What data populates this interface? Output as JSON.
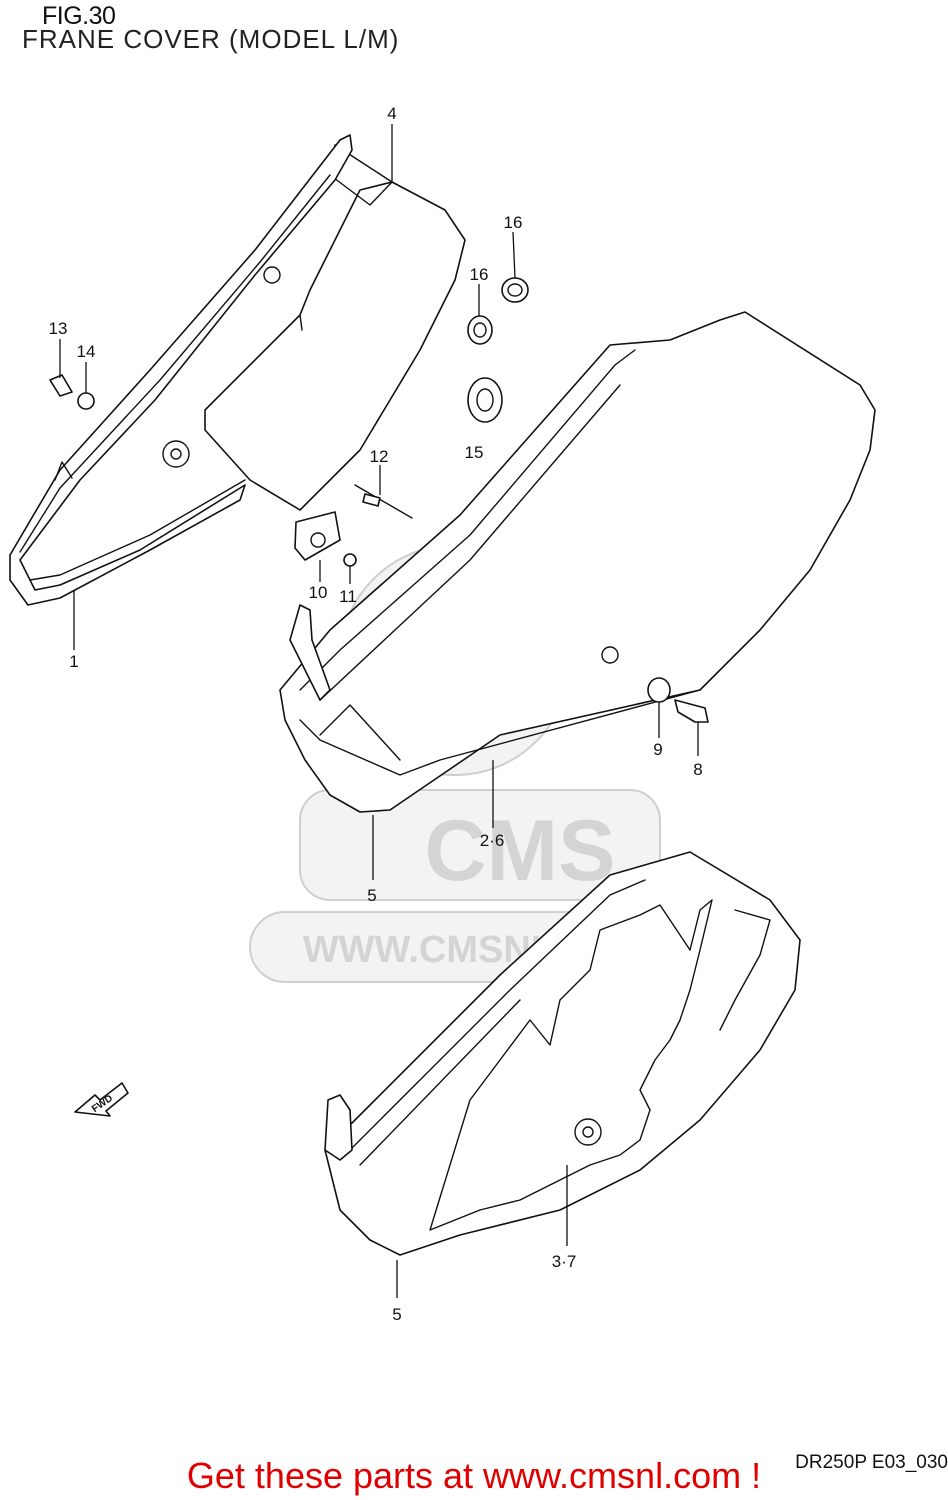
{
  "header": {
    "fig_label": "FIG.30",
    "subtitle": "FRANE COVER (MODEL L/M)"
  },
  "callouts": {
    "c1": "1",
    "c4": "4",
    "c16a": "16",
    "c16b": "16",
    "c15": "15",
    "c13": "13",
    "c14": "14",
    "c12": "12",
    "c10": "10",
    "c11": "11",
    "c9": "9",
    "c8": "8",
    "c26": "2·6",
    "c5a": "5",
    "c37": "3·7",
    "c5b": "5"
  },
  "fwd_label": "FWD",
  "watermark": {
    "logo_text": "CMS",
    "url": "WWW.CMSNL.COM"
  },
  "footer": {
    "drawing_code": "DR250P E03_030",
    "promo": "Get these parts at www.cmsnl.com !"
  },
  "colors": {
    "line": "#111111",
    "watermark": "#d4d4d4",
    "promo": "#e00000"
  }
}
